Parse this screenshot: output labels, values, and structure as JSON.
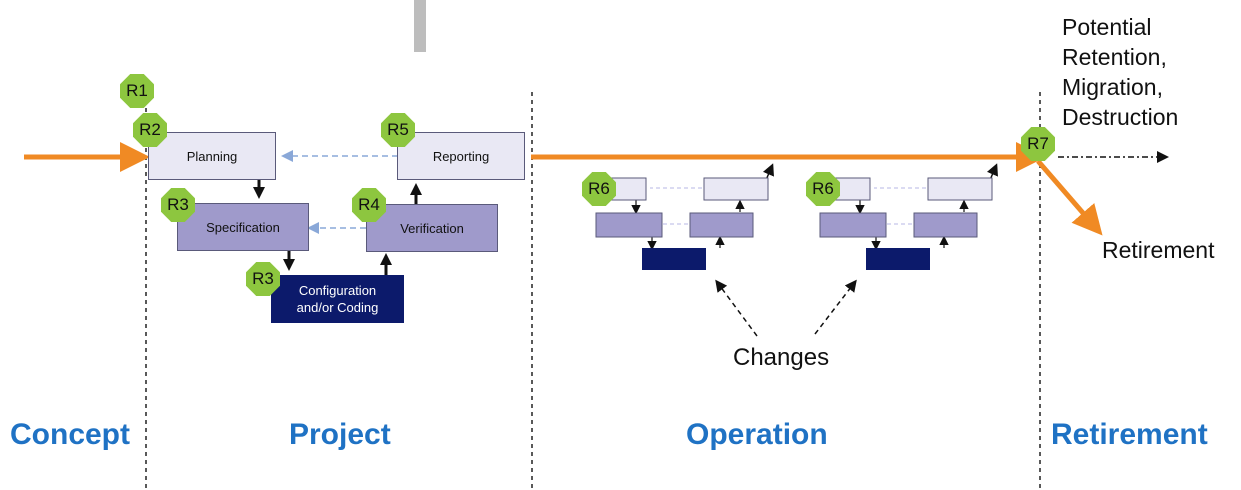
{
  "phases": {
    "concept": "Concept",
    "project": "Project",
    "operation": "Operation",
    "retirement": "Retirement"
  },
  "boxes": {
    "planning": "Planning",
    "reporting": "Reporting",
    "specification": "Specification",
    "verification": "Verification",
    "config_line1": "Configuration",
    "config_line2": "and/or Coding"
  },
  "badges": {
    "r1": "R1",
    "r2": "R2",
    "r3": "R3",
    "r4": "R4",
    "r5": "R5",
    "r6": "R6",
    "r7": "R7"
  },
  "labels": {
    "changes": "Changes",
    "retirement_branch": "Retirement",
    "potential": [
      "Potential",
      "Retention,",
      "Migration,",
      "Destruction"
    ]
  },
  "colors": {
    "timeline": "#f08a24",
    "phase_text": "#1f72c4",
    "badge": "#8dc63f",
    "box_light": "#e9e8f4",
    "box_mid": "#9f9acb",
    "box_dark": "#0c1a6b"
  }
}
